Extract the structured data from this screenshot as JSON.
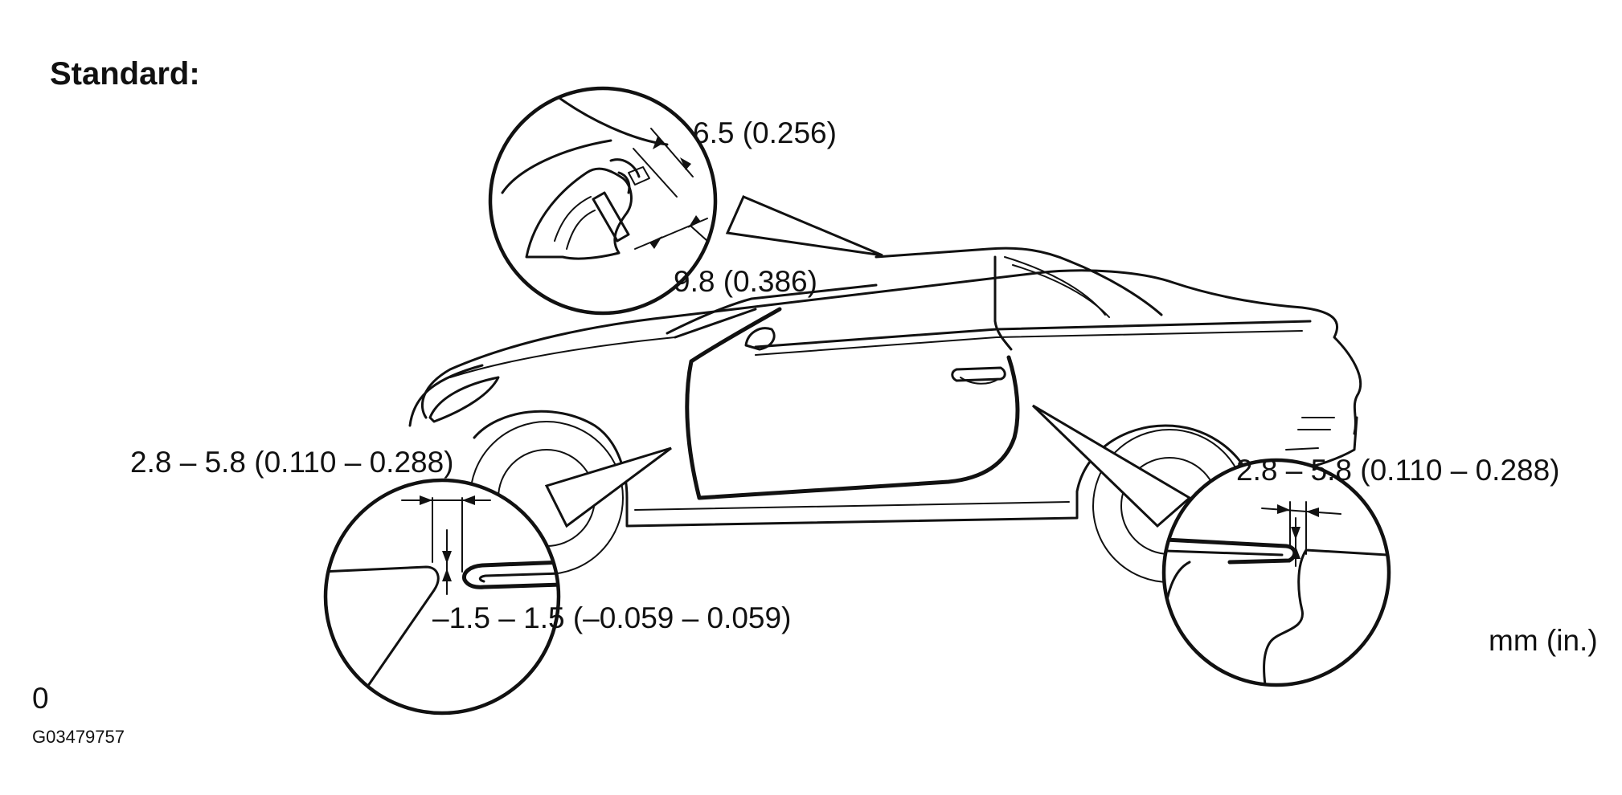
{
  "title": "Standard:",
  "unit_label": "mm (in.)",
  "corner_code": "0",
  "figure_id": "G03479757",
  "dimensions": {
    "roof_gap": "6.5 (0.256)",
    "roof_flush": "9.8 (0.386)",
    "front_gap": "2.8 – 5.8 (0.110 – 0.288)",
    "front_flush": "–1.5 – 1.5 (–0.059 – 0.059)",
    "rear_gap": "2.8 – 5.8 (0.110 – 0.288)"
  }
}
